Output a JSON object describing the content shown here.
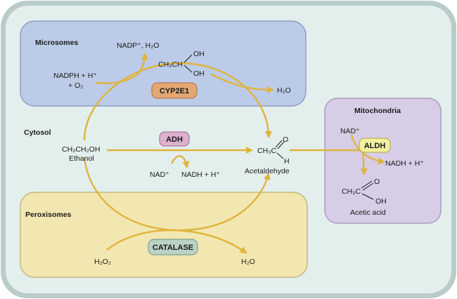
{
  "compartments": {
    "microsomes": "Microsomes",
    "cytosol": "Cytosol",
    "peroxisomes": "Peroxisomes",
    "mitochondria": "Mitochondria"
  },
  "enzymes": {
    "cyp2e1": "CYP2E1",
    "adh": "ADH",
    "catalase": "CATALASE",
    "aldh": "ALDH"
  },
  "microsomes": {
    "nadp_product": "NADP⁺, H₂O",
    "nadph_1": "NADPH + H⁺",
    "nadph_2": "+ O₂",
    "intermediate_left": "CH₃CH",
    "oh_top": "OH",
    "oh_bottom": "OH",
    "water": "H₂O"
  },
  "cytosol": {
    "ethanol_formula": "CH₃CH₂OH",
    "ethanol_name": "Ethanol",
    "nad_in": "NAD⁺",
    "nadh_out": "NADH + H⁺"
  },
  "acetaldehyde": {
    "left": "CH₃C",
    "o": "O",
    "h": "H",
    "name": "Acetaldehyde"
  },
  "peroxisomes": {
    "h2o2": "H₂O₂",
    "water": "H₂O"
  },
  "mitochondria": {
    "nad_in": "NAD⁺",
    "nadh_out": "NADH + H⁺",
    "acid_left": "CH₃C",
    "o": "O",
    "oh": "OH",
    "name": "Acetic acid"
  },
  "colors": {
    "cell_fill": "#e3efed",
    "cell_border": "#a9bfbc",
    "microsome_fill": "#bccbe8",
    "peroxisome_fill": "#f2e7b0",
    "mitochondria_fill": "#d7cde6",
    "arrow": "#e0b43c",
    "cyp2e1_fill": "#e2a873",
    "adh_fill": "#dcb0cf",
    "catalase_fill": "#bcd2c6",
    "aldh_fill": "#f2ee9e"
  }
}
